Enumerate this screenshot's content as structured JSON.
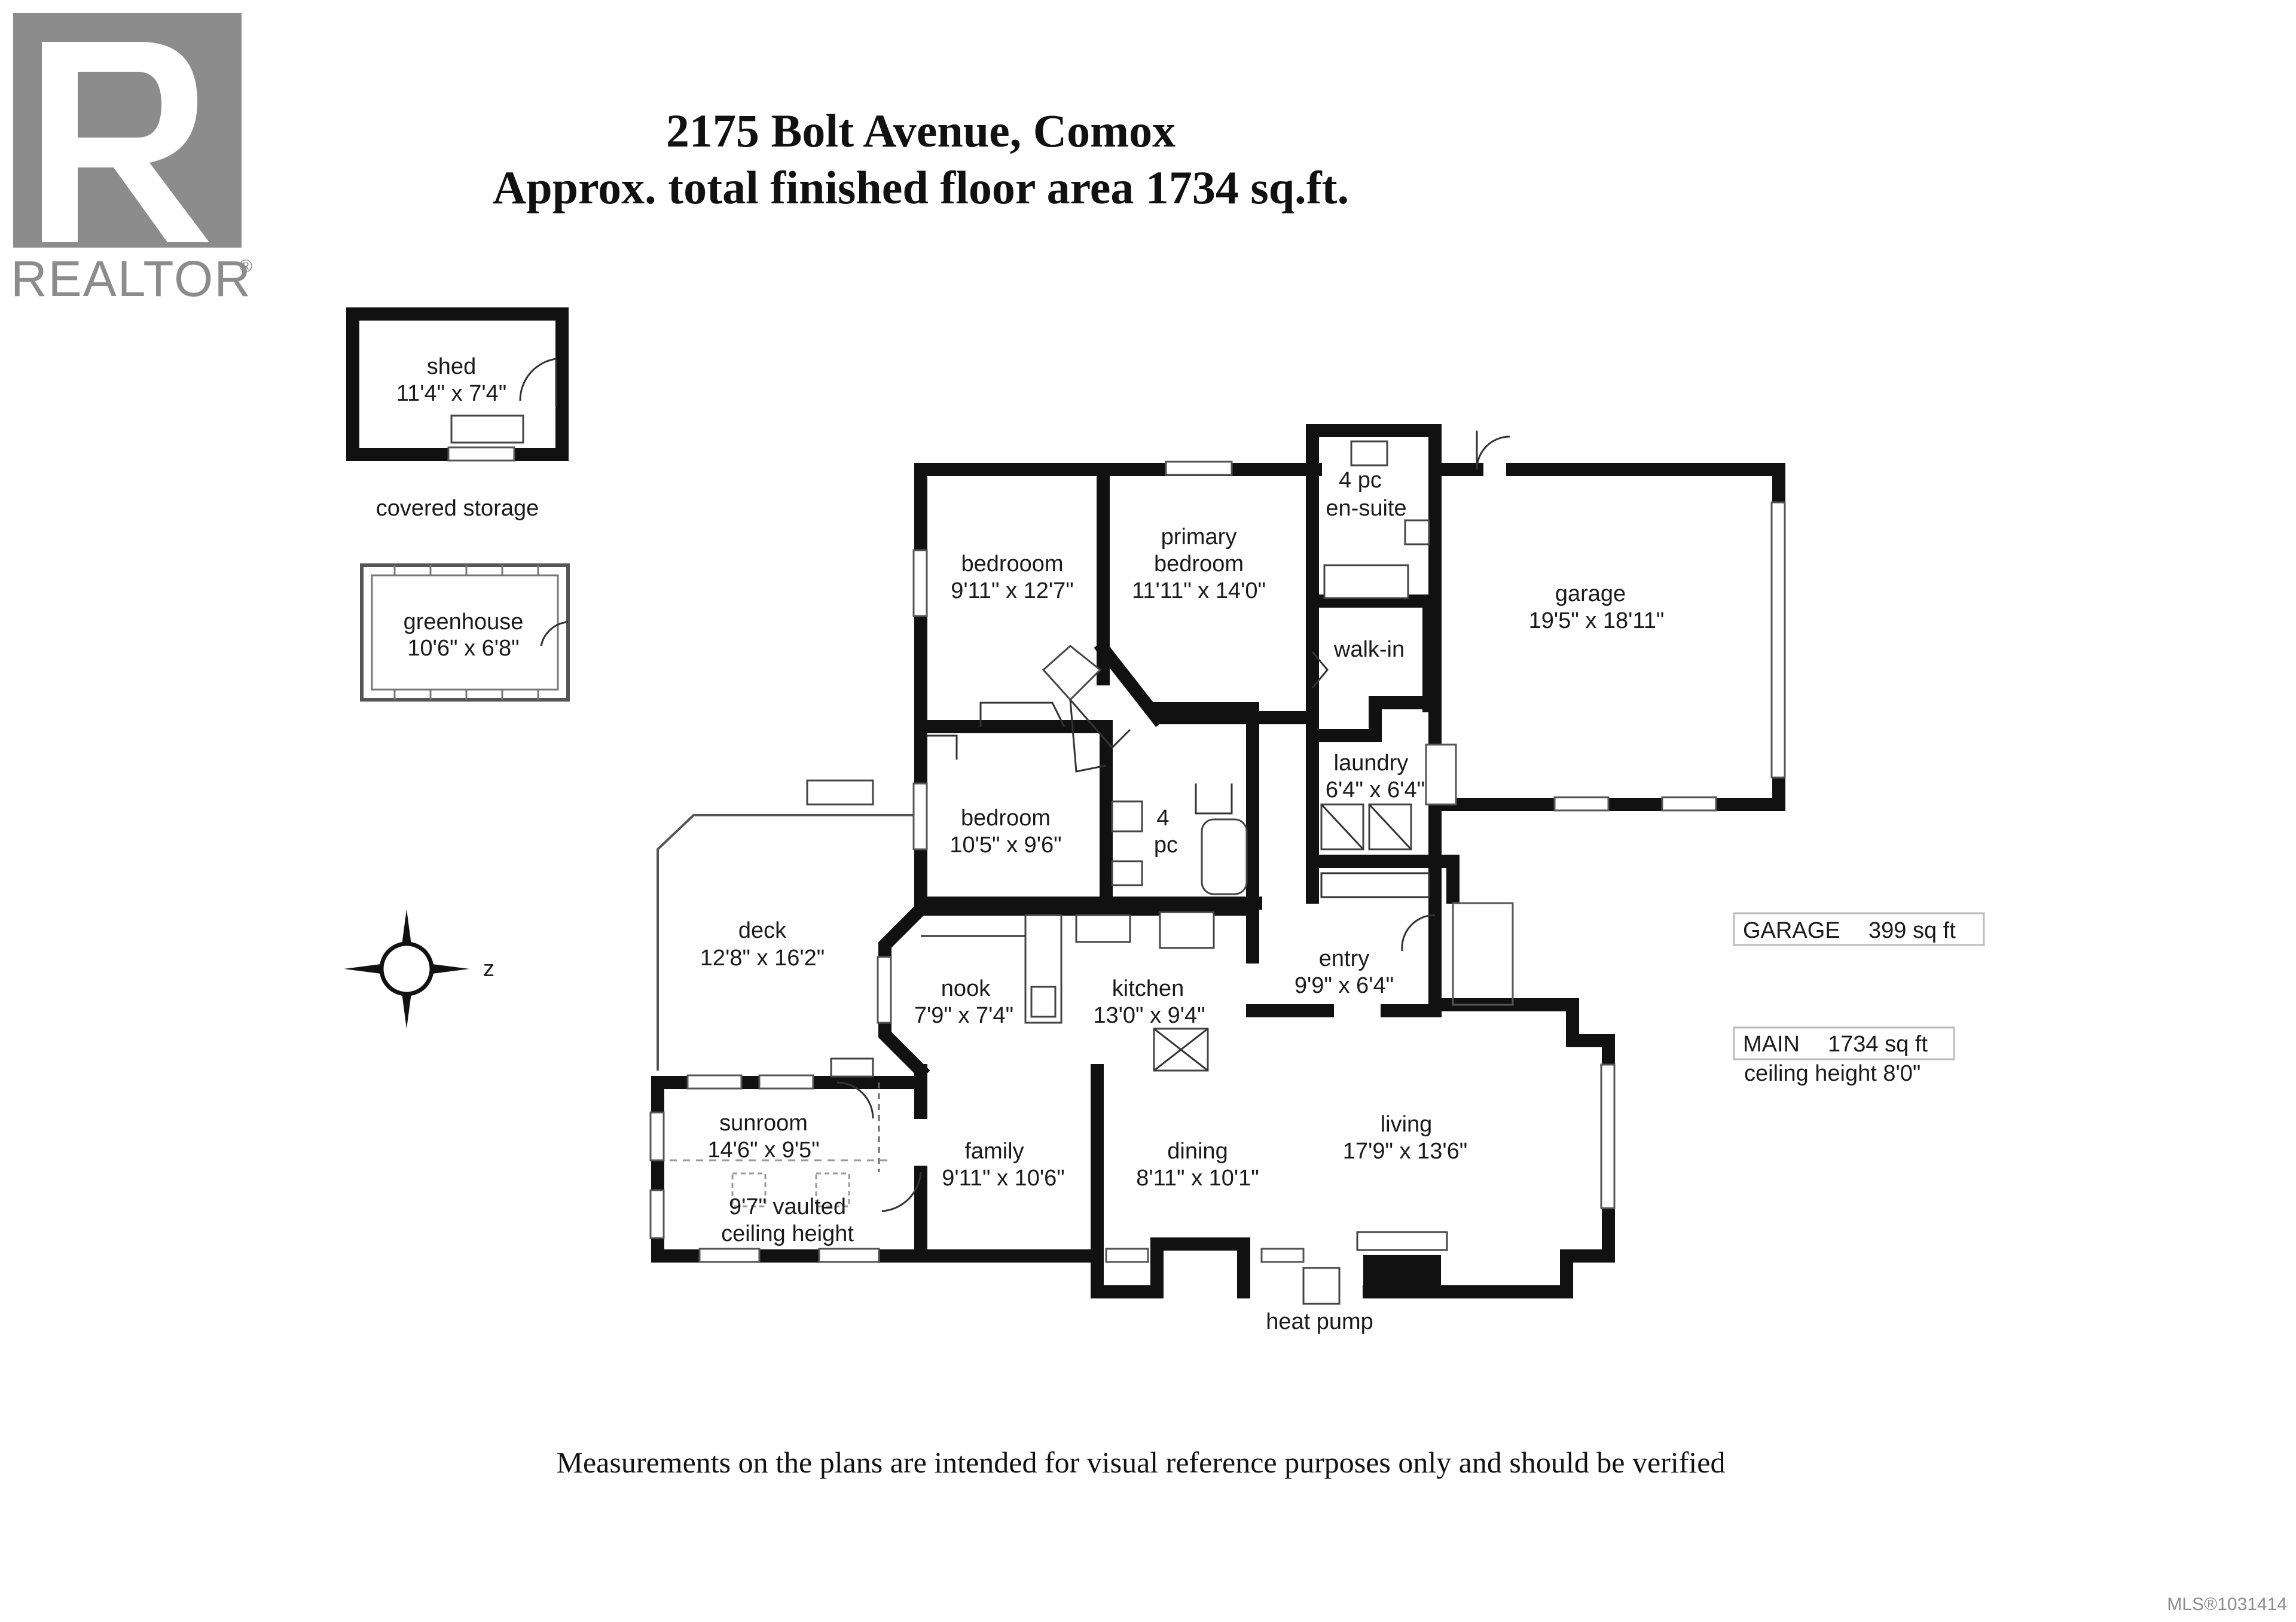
{
  "header": {
    "title_line1": "2175 Bolt Avenue, Comox",
    "title_line2": "Approx. total finished floor area 1734 sq.ft."
  },
  "logo": {
    "brand_text": "REALTOR",
    "mark": "®"
  },
  "rooms": {
    "shed": {
      "name": "shed",
      "size": "11'4\" x 7'4\""
    },
    "covered_storage": {
      "name": "covered storage"
    },
    "greenhouse": {
      "name": "greenhouse",
      "size": "10'6\" x 6'8\""
    },
    "bedroom_a": {
      "name": "bedrooom",
      "size": "9'11\" x 12'7\""
    },
    "primary_bedroom": {
      "name_line1": "primary",
      "name_line2": "bedroom",
      "size": "11'11\" x 14'0\""
    },
    "ensuite": {
      "name_line1": "4 pc",
      "name_line2": "en-suite"
    },
    "walk_in": {
      "name": "walk-in"
    },
    "garage": {
      "name": "garage",
      "size": "19'5\" x 18'11\""
    },
    "laundry": {
      "name": "laundry",
      "size": "6'4\" x 6'4\""
    },
    "bedroom_b": {
      "name": "bedroom",
      "size": "10'5\" x 9'6\""
    },
    "bath": {
      "name_line1": "4",
      "name_line2": "pc"
    },
    "deck": {
      "name": "deck",
      "size": "12'8\" x 16'2\""
    },
    "nook": {
      "name": "nook",
      "size": "7'9\" x 7'4\""
    },
    "kitchen": {
      "name": "kitchen",
      "size": "13'0\" x 9'4\""
    },
    "entry": {
      "name": "entry",
      "size": "9'9\" x 6'4\""
    },
    "sunroom": {
      "name": "sunroom",
      "size": "14'6\" x 9'5\"",
      "note_line1": "9'7\" vaulted",
      "note_line2": "ceiling height"
    },
    "family": {
      "name": "family",
      "size": "9'11\" x 10'6\""
    },
    "dining": {
      "name": "dining",
      "size": "8'11\" x 10'1\""
    },
    "living": {
      "name": "living",
      "size": "17'9\" x 13'6\""
    },
    "heat_pump": {
      "name": "heat pump"
    }
  },
  "compass": {
    "direction_label": "z",
    "icon": "compass-icon"
  },
  "legend": {
    "garage_label": "GARAGE",
    "garage_area": "399 sq ft",
    "main_label": "MAIN",
    "main_area": "1734 sq ft",
    "ceiling": "ceiling height 8'0\""
  },
  "footer": {
    "disclaimer": "Measurements on the plans are intended for visual reference purposes only and should be verified",
    "mls": "MLS®1031414"
  },
  "colors": {
    "wall": "#111111",
    "logo_gray": "#8c8c8c",
    "background": "#ffffff"
  }
}
